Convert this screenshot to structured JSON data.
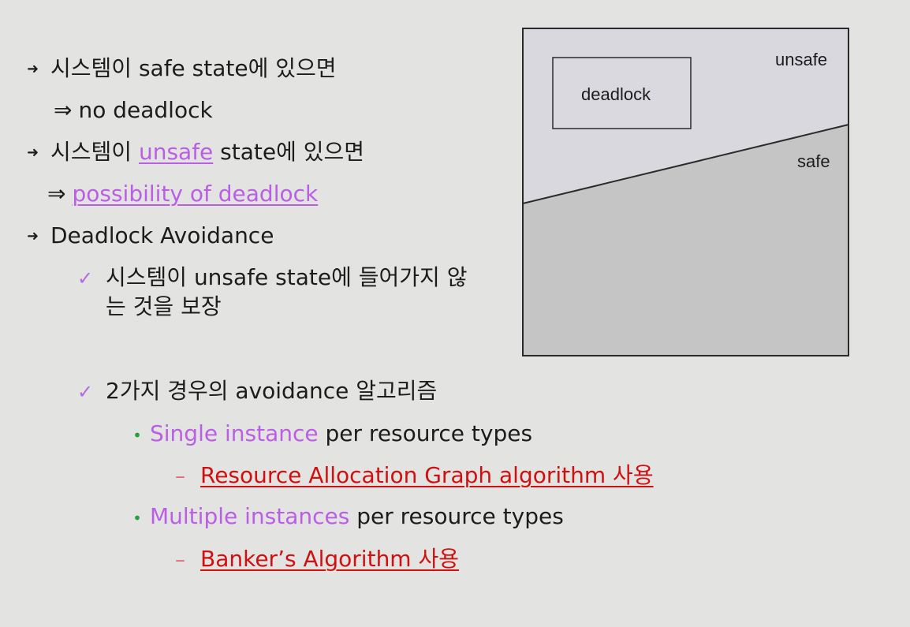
{
  "bullets": {
    "b1": {
      "prefix": "시스템이 ",
      "emph": "safe state",
      "suffix": "에 있으면"
    },
    "b1_result": {
      "symbol": "⇒",
      "text": "no deadlock"
    },
    "b2": {
      "prefix": "시스템이 ",
      "link": "unsafe",
      "suffix": " state에 있으면"
    },
    "b2_result": {
      "symbol": "⇒",
      "text": "possibility of deadlock"
    },
    "b3": {
      "text": "Deadlock Avoidance"
    },
    "check1": {
      "line1": "시스템이 unsafe state에 들어가지 않",
      "line2": "는 것을 보장"
    },
    "check2": {
      "text": "2가지 경우의 avoidance 알고리즘"
    },
    "sub1": {
      "highlight": "Single instance",
      "rest": " per resource types"
    },
    "sub1_item": {
      "text": "Resource Allocation Graph algorithm 사용"
    },
    "sub2": {
      "highlight": "Multiple instances",
      "rest": " per resource types"
    },
    "sub2_item": {
      "text": "Banker’s Algorithm 사용"
    }
  },
  "diagram": {
    "unsafe_label": "unsafe",
    "safe_label": "safe",
    "deadlock_label": "deadlock",
    "colors": {
      "unsafe_region": "#d9d8df",
      "safe_region": "#c5c5c5",
      "border": "#2a2a2a"
    }
  },
  "icons": {
    "bullet": "arrow-down-bullet-icon",
    "check": "check-mark-icon",
    "dot": "dot-bullet-icon",
    "dash": "dash-bullet-icon"
  }
}
